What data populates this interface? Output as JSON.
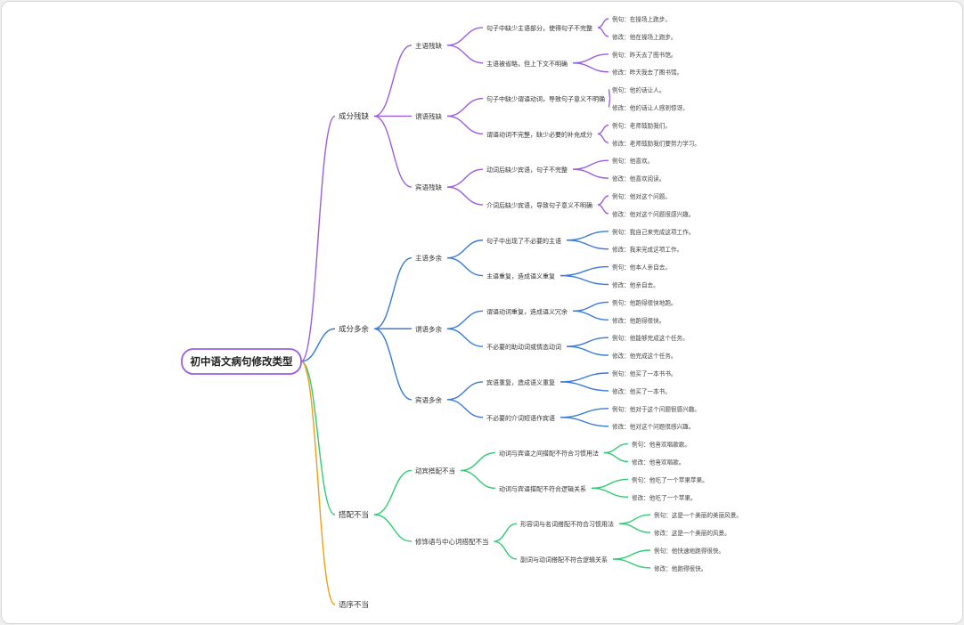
{
  "colors": {
    "branch_1": "#9b5de5",
    "branch_2": "#3a7bd5",
    "branch_3": "#2ecc71",
    "branch_4": "#f39c12",
    "root_border": "#9b5de5"
  },
  "root": {
    "label": "初中语文病句修改类型"
  },
  "branches": [
    {
      "label": "成分残缺",
      "children": [
        {
          "label": "主语残缺",
          "children": [
            {
              "label": "句子中缺少主语部分，使得句子不完整",
              "children": [
                {
                  "label": "例句：在操场上跑步。"
                },
                {
                  "label": "修改：他在操场上跑步。"
                }
              ]
            },
            {
              "label": "主语被省略，但上下文不明确",
              "children": [
                {
                  "label": "例句：昨天去了图书馆。"
                },
                {
                  "label": "修改：昨天我去了图书馆。"
                }
              ]
            }
          ]
        },
        {
          "label": "谓语残缺",
          "children": [
            {
              "label": "句子中缺少谓语动词，导致句子意义不明确",
              "children": [
                {
                  "label": "例句：他的话让人。"
                },
                {
                  "label": "修改：他的话让人感到惊讶。"
                }
              ]
            },
            {
              "label": "谓语动词不完整，缺少必要的补充成分",
              "children": [
                {
                  "label": "例句：老师鼓励我们。"
                },
                {
                  "label": "修改：老师鼓励我们要努力学习。"
                }
              ]
            }
          ]
        },
        {
          "label": "宾语残缺",
          "children": [
            {
              "label": "动词后缺少宾语，句子不完整",
              "children": [
                {
                  "label": "例句：他喜欢。"
                },
                {
                  "label": "修改：他喜欢阅读。"
                }
              ]
            },
            {
              "label": "介词后缺少宾语，导致句子意义不明确",
              "children": [
                {
                  "label": "例句：他对这个问题。"
                },
                {
                  "label": "修改：他对这个问题很感兴趣。"
                }
              ]
            }
          ]
        }
      ]
    },
    {
      "label": "成分多余",
      "children": [
        {
          "label": "主语多余",
          "children": [
            {
              "label": "句子中出现了不必要的主语",
              "children": [
                {
                  "label": "例句：我自己来完成这项工作。"
                },
                {
                  "label": "修改：我来完成这项工作。"
                }
              ]
            },
            {
              "label": "主语重复，造成语义重复",
              "children": [
                {
                  "label": "例句：他本人亲自去。"
                },
                {
                  "label": "修改：他亲自去。"
                }
              ]
            }
          ]
        },
        {
          "label": "谓语多余",
          "children": [
            {
              "label": "谓语动词重复，造成语义冗余",
              "children": [
                {
                  "label": "例句：他跑得很快地跑。"
                },
                {
                  "label": "修改：他跑得很快。"
                }
              ]
            },
            {
              "label": "不必要的助动词或情态动词",
              "children": [
                {
                  "label": "例句：他能够完成这个任务。"
                },
                {
                  "label": "修改：他完成这个任务。"
                }
              ]
            }
          ]
        },
        {
          "label": "宾语多余",
          "children": [
            {
              "label": "宾语重复，造成语义重复",
              "children": [
                {
                  "label": "例句：他买了一本书书。"
                },
                {
                  "label": "修改：他买了一本书。"
                }
              ]
            },
            {
              "label": "不必要的介词短语作宾语",
              "children": [
                {
                  "label": "例句：他对于这个问题很感兴趣。"
                },
                {
                  "label": "修改：他对这个问题很感兴趣。"
                }
              ]
            }
          ]
        }
      ]
    },
    {
      "label": "搭配不当",
      "children": [
        {
          "label": "动宾搭配不当",
          "children": [
            {
              "label": "动词与宾语之间搭配不符合习惯用法",
              "children": [
                {
                  "label": "例句：他喜欢唱歌歌。"
                },
                {
                  "label": "修改：他喜欢唱歌。"
                }
              ]
            },
            {
              "label": "动词与宾语搭配不符合逻辑关系",
              "children": [
                {
                  "label": "例句：他吃了一个苹果苹果。"
                },
                {
                  "label": "修改：他吃了一个苹果。"
                }
              ]
            }
          ]
        },
        {
          "label": "修饰语与中心词搭配不当",
          "children": [
            {
              "label": "形容词与名词搭配不符合习惯用法",
              "children": [
                {
                  "label": "例句：这是一个美丽的美丽风景。"
                },
                {
                  "label": "修改：这是一个美丽的风景。"
                }
              ]
            },
            {
              "label": "副词与动词搭配不符合逻辑关系",
              "children": [
                {
                  "label": "例句：他快速地跑得很快。"
                },
                {
                  "label": "修改：他跑得很快。"
                }
              ]
            }
          ]
        }
      ]
    },
    {
      "label": "语序不当",
      "children": []
    }
  ]
}
